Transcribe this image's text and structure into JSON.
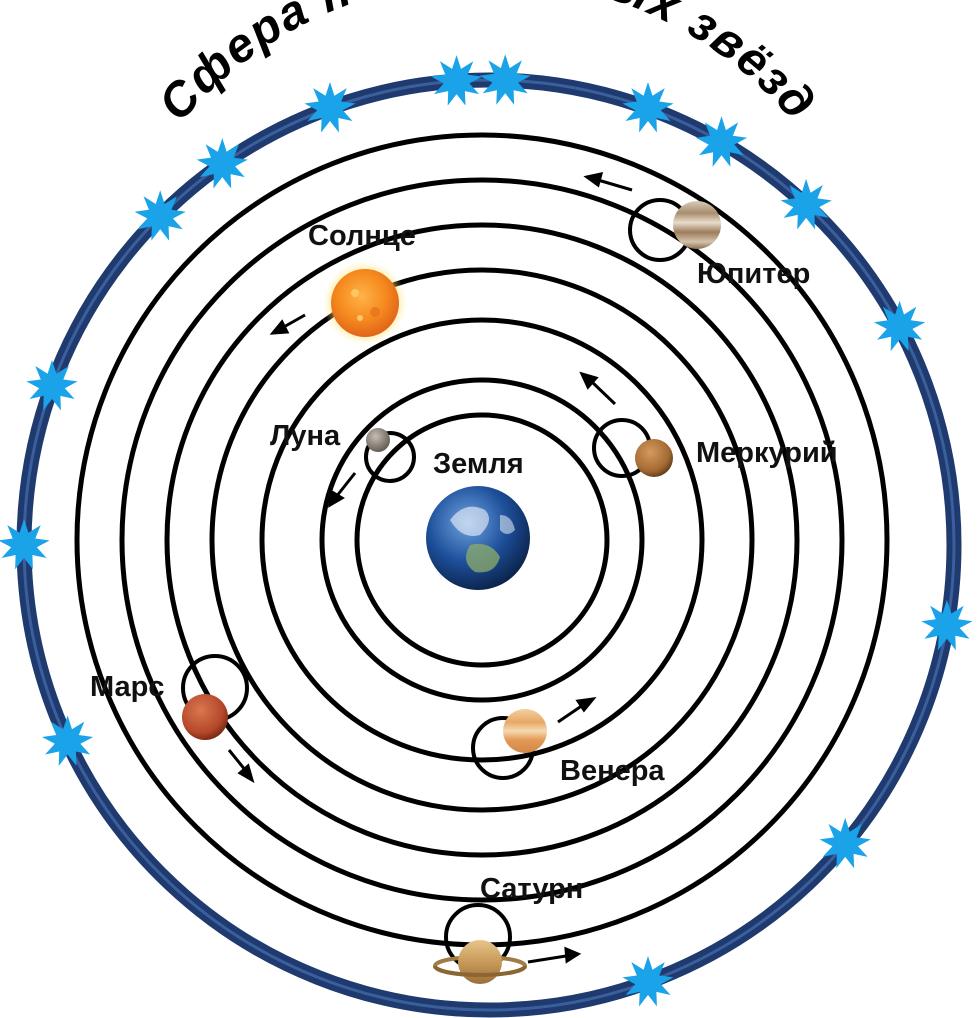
{
  "title": "Сфера неподвижных звёзд",
  "bodies": {
    "earth": "Земля",
    "moon": "Луна",
    "mercury": "Меркурий",
    "venus": "Венера",
    "sun": "Солнце",
    "mars": "Марс",
    "jupiter": "Юпитер",
    "saturn": "Сатурн"
  },
  "colors": {
    "outer_sphere": "#1f3a6e",
    "stars": "#1aa3e8",
    "orbits": "#000000",
    "sun": "#f5891e",
    "mars": "#b5482a",
    "venus": "#e8b37d",
    "jupiter": "#c9b59a",
    "mercury": "#a36a33",
    "moon": "#8a8378",
    "saturn": "#c89a5a",
    "earth_ocean": "#1d4f9a"
  },
  "icons": [
    "star-icon",
    "direction-arrow-icon",
    "epicycle-circle-icon"
  ]
}
